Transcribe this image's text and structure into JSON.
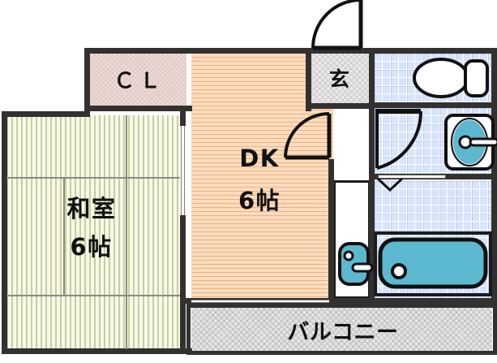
{
  "plan": {
    "title": "apartment-floor-plan",
    "background": "#ffffff"
  },
  "rooms": [
    {
      "id": "washitsu",
      "name": "和室",
      "size": "6帖",
      "floor": "tatami",
      "color": "#f3f4e4"
    },
    {
      "id": "dk",
      "name": "DK",
      "size": "6帖",
      "floor": "flooring",
      "color": "#f9d3ad"
    },
    {
      "id": "closet",
      "name": "ＣＬ",
      "size": "",
      "floor": "carpet",
      "color": "#ecdcd8"
    },
    {
      "id": "genkan",
      "name": "玄",
      "size": "",
      "floor": "tile",
      "color": "#e9e9e9"
    },
    {
      "id": "toilet",
      "name": "",
      "size": "",
      "floor": "tile",
      "color": "#d7e4fa"
    },
    {
      "id": "washroom",
      "name": "",
      "size": "",
      "floor": "tile",
      "color": "#d7e4fa"
    },
    {
      "id": "bath",
      "name": "",
      "size": "",
      "floor": "tile",
      "color": "#d7e4fa"
    },
    {
      "id": "kitchen",
      "name": "",
      "size": "",
      "floor": "white",
      "color": "#ffffff"
    },
    {
      "id": "balcony",
      "name": "バルコニー",
      "size": "",
      "floor": "concrete",
      "color": "#e4e4e4"
    }
  ],
  "labels": {
    "washitsu_name": "和室",
    "washitsu_size": "6帖",
    "dk_name": "DK",
    "dk_size": "6帖",
    "closet": "ＣＬ",
    "genkan": "玄",
    "balcony": "バルコニー"
  },
  "fixtures": [
    {
      "id": "toilet-fixture",
      "name": "toilet",
      "color": "#ffffff"
    },
    {
      "id": "washbasin",
      "name": "wash-basin",
      "color": "#5bb8cf"
    },
    {
      "id": "bathtub",
      "name": "bathtub",
      "color": "#5bb8cf"
    },
    {
      "id": "kitchen-sink",
      "name": "kitchen-sink",
      "color": "#5bb8cf"
    }
  ],
  "doors": [
    {
      "id": "entrance-door",
      "type": "swing",
      "swing": "left"
    },
    {
      "id": "genkan-dk-door",
      "type": "swing",
      "swing": "left"
    },
    {
      "id": "washroom-door",
      "type": "swing",
      "swing": "right"
    },
    {
      "id": "washitsu-dk",
      "type": "sliding",
      "swing": ""
    },
    {
      "id": "balcony-door",
      "type": "sliding",
      "swing": ""
    }
  ],
  "colors": {
    "wall": "#33312f",
    "tatami": "#f3f4e4",
    "flooring": "#f9d3ad",
    "tile_blue": "#d7e4fa",
    "fixture_blue": "#5bb8cf",
    "closet": "#ecdcd8",
    "concrete": "#e4e4e4",
    "text": "#111111"
  }
}
